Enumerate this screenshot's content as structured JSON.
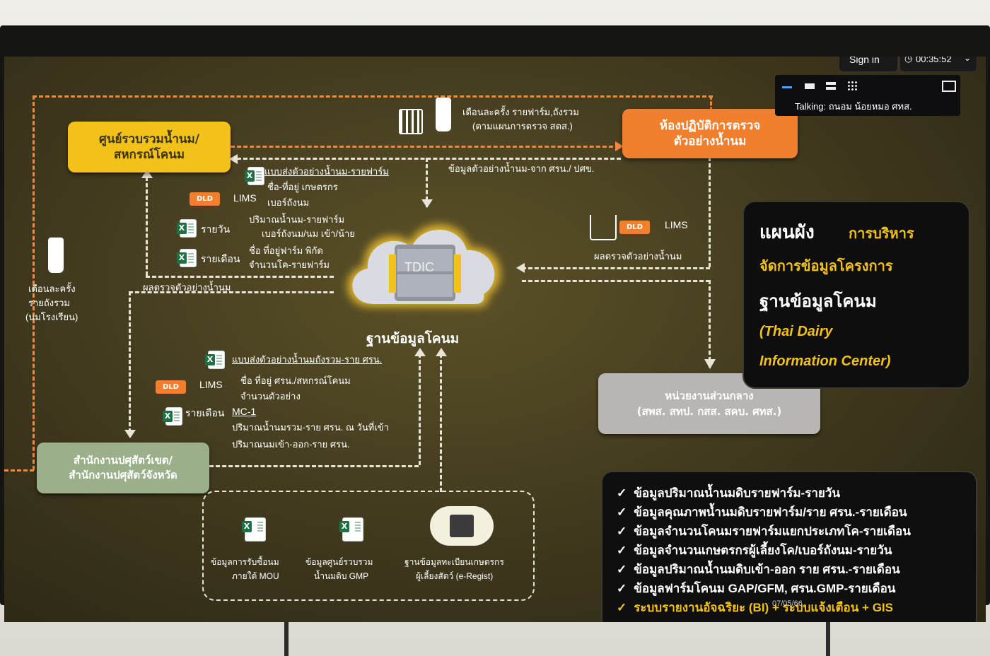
{
  "meeting": {
    "sign_in": "Sign in",
    "timer": "00:35:52",
    "talking": "Talking: ถนอม น้อยหมอ ศทส."
  },
  "title": {
    "line1_a": "แผนผัง",
    "line1_b": "การบริหาร",
    "line2": "จัดการข้อมูลโครงการ",
    "line3": "ฐานข้อมูลโคนม",
    "line4": "(Thai Dairy",
    "line5": "Information Center)"
  },
  "nodes": {
    "milk_center": "ศูนย์รวบรวมน้ำนม/\nสหกรณ์โคนม",
    "lab": "ห้องปฏิบัติการตรวจ\nตัวอย่างน้ำนม",
    "cloud_label": "TDIC",
    "cloud_caption": "ฐานข้อมูลโคนม",
    "central": "หน่วยงานส่วนกลาง\n(สพส. สทป. กสส. สคบ. ศทส.)",
    "livestock_office": "สำนักงานปศุสัตว์เขต/\nสำนักงานปศุสัตว์จังหวัด"
  },
  "labels": {
    "lab_top": "เดือนละครั้ง รายฟาร์ม,ถังรวม",
    "lab_top2": "(ตามแผนการตรวจ สตส.)",
    "sample_from": "ข้อมูลตัวอย่างน้ำนม-จาก ศรน./ ปศข.",
    "form_farm": "แบบส่งตัวอย่างน้ำนม-รายฟาร์ม",
    "farmer_addr": "ชื่อ-ที่อยู่ เกษตรกร",
    "tank_no": "เบอร์ถังนม",
    "dld": "DLD",
    "lims": "LIMS",
    "daily": "รายวัน",
    "milk_qty_farm": "ปริมาณน้ำนม-รายฟาร์ม",
    "tank_in_out": "เบอร์ถังนม/นม เข้า/น้าย",
    "monthly": "รายเดือน",
    "farm_addr": "ชื่อ ที่อยู่ฟาร์ม พิกัด",
    "cow_count": "จำนวนโค-รายฟาร์ม",
    "milk_result_left": "ผลตรวจตัวอย่างน้ำนม",
    "milk_result_right": "ผลตรวจตัวอย่างน้ำนม",
    "school_1": "เดือนละครั้ง",
    "school_2": "รายถังรวม",
    "school_3": "(นมโรงเรียน)",
    "form_tank": "แบบส่งตัวอย่างน้ำนมถังรวม-ราย ศรน.",
    "center_addr": "ชื่อ ที่อยู่ ศรน./สหกรณ์โคนม",
    "sample_count": "จำนวนตัวอย่าง",
    "monthly_mc": "รายเดือน",
    "mc1": "MC-1",
    "milk_collect": "ปริมาณน้ำนมรวม-ราย ศรน. ณ วันที่เข้า",
    "milk_io": "ปริมาณนมเข้า-ออก-ราย ศรน."
  },
  "sources": [
    {
      "name": "ข้อมูลการรับซื้อนม",
      "sub": "ภายใต้ MOU"
    },
    {
      "name": "ข้อมูลศูนย์รวบรวม",
      "sub": "น้ำนมดิบ GMP"
    },
    {
      "name": "ฐานข้อมูลทะเบียนเกษตรกร",
      "sub": "ผู้เลี้ยงสัตว์ (e-Regist)"
    }
  ],
  "checklist": [
    "ข้อมูลปริมาณน้ำนมดิบรายฟาร์ม-รายวัน",
    "ข้อมูลคุณภาพน้ำนมดิบรายฟาร์ม/ราย ศรน.-รายเดือน",
    "ข้อมูลจำนวนโคนมรายฟาร์มแยกประเภทโค-รายเดือน",
    "ข้อมูลจำนวนเกษตรกรผู้เลี้ยงโค/เบอร์ถังนม-รายวัน",
    "ข้อมูลปริมาณน้ำนมดิบเข้า-ออก ราย ศรน.-รายเดือน",
    "ข้อมูลฟาร์มโคนม GAP/GFM, ศรน.GMP-รายเดือน",
    "ระบบรายงานอัจฉริยะ (BI) + ระบบแจ้งเตือน + GIS"
  ],
  "date": "07/05/66",
  "colors": {
    "yellow": "#f2c21b",
    "orange": "#f07f2e",
    "green": "#9bb08a",
    "gray": "#b7b6b2",
    "check_last": "#f2c21b"
  }
}
